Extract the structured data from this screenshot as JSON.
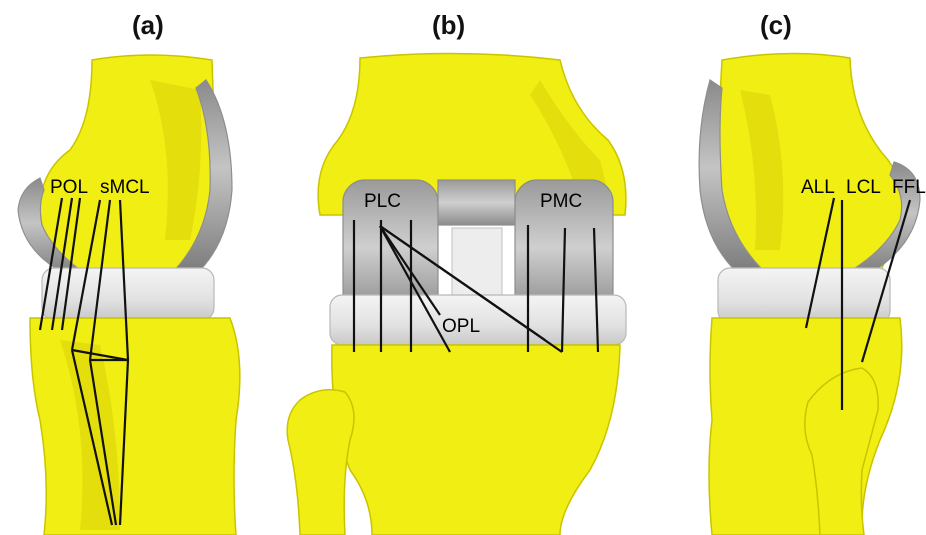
{
  "panels": [
    {
      "id": "a",
      "label": "(a)",
      "ligaments": [
        "POL",
        "sMCL"
      ]
    },
    {
      "id": "b",
      "label": "(b)",
      "ligaments": [
        "PLC",
        "PMC",
        "OPL"
      ]
    },
    {
      "id": "c",
      "label": "(c)",
      "ligaments": [
        "ALL",
        "LCL",
        "FFL"
      ]
    }
  ],
  "colors": {
    "bone": "#f1ee13",
    "implant_metal": "#a8a8a8",
    "insert": "#e6e6e6",
    "ligament_line": "#111111"
  }
}
